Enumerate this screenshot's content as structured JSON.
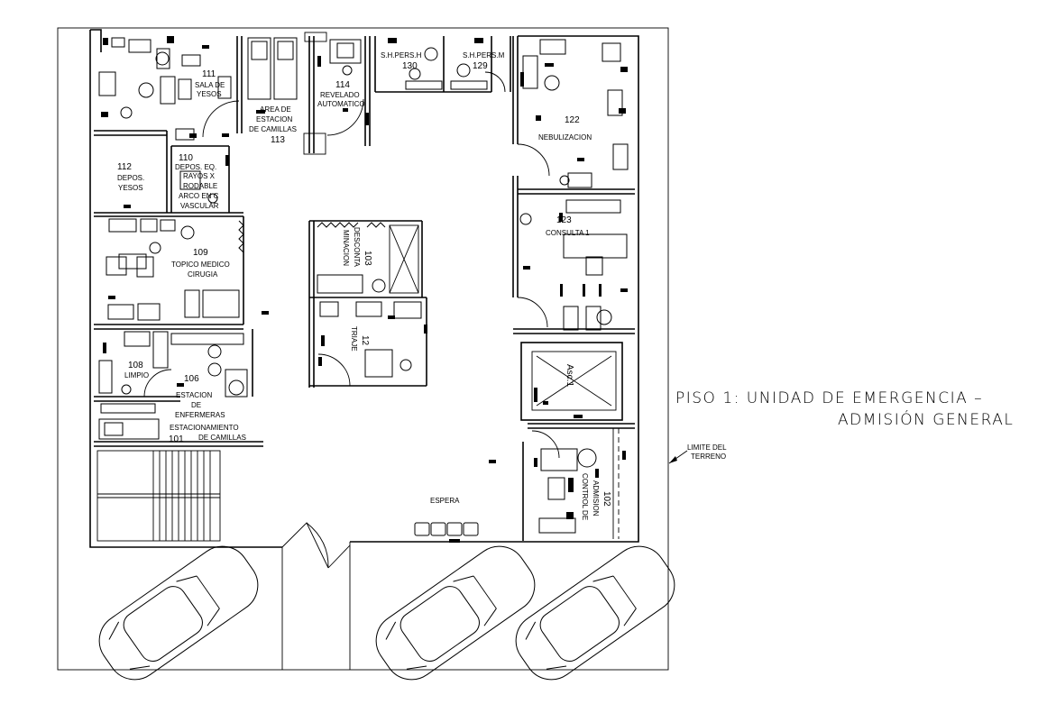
{
  "plan": {
    "title_line1": "PISO 1: UNIDAD DE EMERGENCIA –",
    "title_line2": "ADMISIÓN GENERAL",
    "boundary_label_line1": "LIMITE DEL",
    "boundary_label_line2": "TERRENO"
  },
  "rooms": {
    "r111": {
      "num": "111",
      "name1": "SALA DE",
      "name2": "YESOS"
    },
    "r113": {
      "num": "113",
      "name1": "AREA DE",
      "name2": "ESTACION",
      "name3": "DE CAMILLAS"
    },
    "r114": {
      "num": "114",
      "name1": "REVELADO",
      "name2": "AUTOMATICO"
    },
    "r130": {
      "name": "S.H.PERS.H",
      "num": "130"
    },
    "r129": {
      "name": "S.H.PERS.M",
      "num": "129"
    },
    "r122": {
      "num": "122",
      "name": "NEBULIZACION"
    },
    "r112": {
      "num": "112",
      "name1": "DEPOS.",
      "name2": "YESOS"
    },
    "r110": {
      "num": "110",
      "name1": "DEPOS. EQ.",
      "name2": "RAYOS X",
      "name3": "RODABLE",
      "name4": "ARCO EN C",
      "name5": "VASCULAR"
    },
    "r103": {
      "num": "103",
      "name1": "DESCONTA",
      "name2": "MINACION"
    },
    "r123": {
      "num": "123",
      "name": "CONSULTA 1"
    },
    "r109": {
      "num": "109",
      "name1": "TOPICO MEDICO",
      "name2": "CIRUGIA"
    },
    "r12x": {
      "num": "12",
      "name": "TRIAJE"
    },
    "asc": {
      "name": "Asc.1"
    },
    "r108": {
      "num": "108",
      "name": "LIMPIO"
    },
    "r106": {
      "num": "106",
      "name1": "ESTACION",
      "name2": "DE",
      "name3": "ENFERMERAS"
    },
    "r101": {
      "num": "101",
      "name1": "ESTACIONAMIENTO",
      "name2": "DE CAMILLAS"
    },
    "r102": {
      "num": "102",
      "name1": "CONTROL DE",
      "name2": "ADMISION"
    },
    "espera": {
      "name": "ESPERA"
    }
  }
}
